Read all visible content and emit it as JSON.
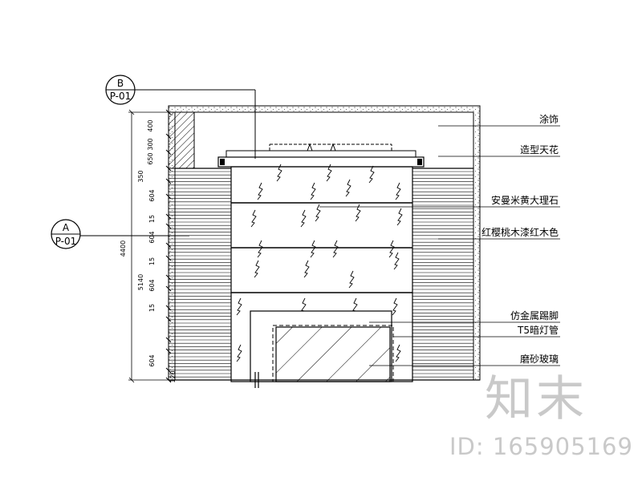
{
  "callouts": {
    "b": {
      "letter": "B",
      "ref": "P-01"
    },
    "a": {
      "letter": "A",
      "ref": "P-01"
    }
  },
  "dimensions": {
    "total": "4400",
    "upper": [
      "400",
      "300",
      "650",
      "350"
    ],
    "middle_total": "5140",
    "middle": [
      "604",
      "15",
      "604",
      "15",
      "604",
      "15",
      "604"
    ],
    "bottom": "120"
  },
  "annotations": [
    "涂饰",
    "造型天花",
    "安曼米黄大理石",
    "红樱桃木漆红木色",
    "仿金属踢脚",
    "T5暗灯管",
    "磨砂玻璃"
  ],
  "watermark": {
    "logo": "知末",
    "id": "ID: 165905169"
  }
}
